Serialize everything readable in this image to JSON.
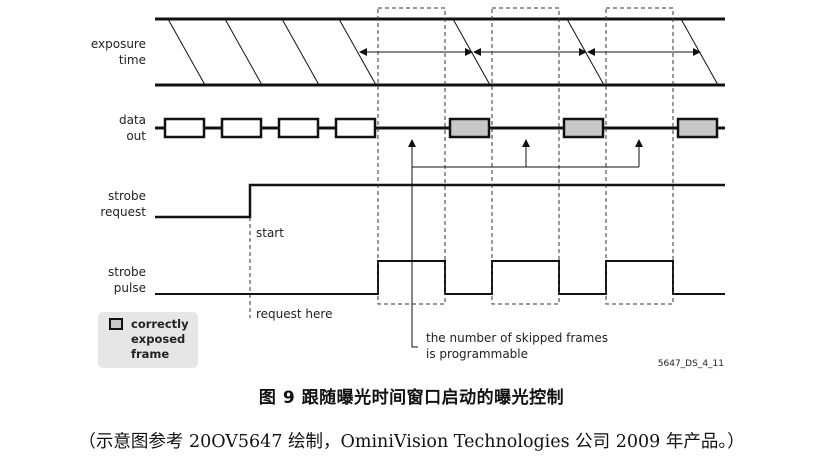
{
  "labels": {
    "exposure_l1": "exposure",
    "exposure_l2": "time",
    "data_l1": "data",
    "data_l2": "out",
    "strobe_req_l1": "strobe",
    "strobe_req_l2": "request",
    "strobe_pulse_l1": "strobe",
    "strobe_pulse_l2": "pulse"
  },
  "annotations": {
    "start": "start",
    "request_here": "request here",
    "skipped_l1": "the number of skipped frames",
    "skipped_l2": "is programmable",
    "figure_id": "5647_DS_4_11"
  },
  "legend": {
    "line1": "correctly",
    "line2": "exposed",
    "line3": "frame"
  },
  "caption": "图 9  跟随曝光时间窗口启动的曝光控制",
  "source_note": "（示意图参考 20OV5647 绘制，OminiVision Technologies 公司 2009 年产品。）",
  "colors": {
    "line": "#111111",
    "frame_fill": "#ffffff",
    "exposed_fill": "#c8c8c8",
    "legend_bg": "#e6e6e6"
  }
}
